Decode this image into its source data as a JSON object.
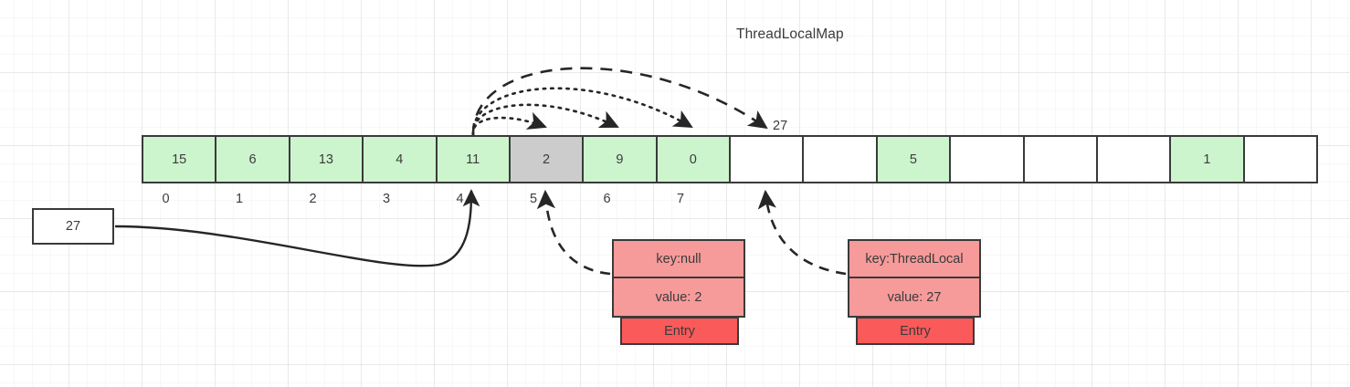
{
  "title": "ThreadLocalMap",
  "array": {
    "cells": [
      {
        "value": "15",
        "fill": "green",
        "index": "0"
      },
      {
        "value": "6",
        "fill": "green",
        "index": "1"
      },
      {
        "value": "13",
        "fill": "green",
        "index": "2"
      },
      {
        "value": "4",
        "fill": "green",
        "index": "3"
      },
      {
        "value": "11",
        "fill": "green",
        "index": "4"
      },
      {
        "value": "2",
        "fill": "gray",
        "index": "5"
      },
      {
        "value": "9",
        "fill": "green",
        "index": "6"
      },
      {
        "value": "0",
        "fill": "green",
        "index": "7"
      },
      {
        "value": "",
        "fill": "white",
        "index": ""
      },
      {
        "value": "",
        "fill": "white",
        "index": ""
      },
      {
        "value": "5",
        "fill": "green",
        "index": ""
      },
      {
        "value": "",
        "fill": "white",
        "index": ""
      },
      {
        "value": "",
        "fill": "white",
        "index": ""
      },
      {
        "value": "",
        "fill": "white",
        "index": ""
      },
      {
        "value": "1",
        "fill": "green",
        "index": ""
      },
      {
        "value": "",
        "fill": "white",
        "index": ""
      }
    ]
  },
  "source_box": {
    "value": "27"
  },
  "probe_label": "27",
  "entries": [
    {
      "id": "entry-null",
      "key": "key:null",
      "value": "value: 2",
      "footer": "Entry"
    },
    {
      "id": "entry-threadlocal",
      "key": "key:ThreadLocal",
      "value": "value: 27",
      "footer": "Entry"
    }
  ],
  "colors": {
    "green_fill": "#ccf5ce",
    "gray_fill": "#cccccc",
    "entry_field_fill": "#f79a9a",
    "entry_footer_fill": "#fb5a5a",
    "stroke": "#3a3a3a"
  }
}
